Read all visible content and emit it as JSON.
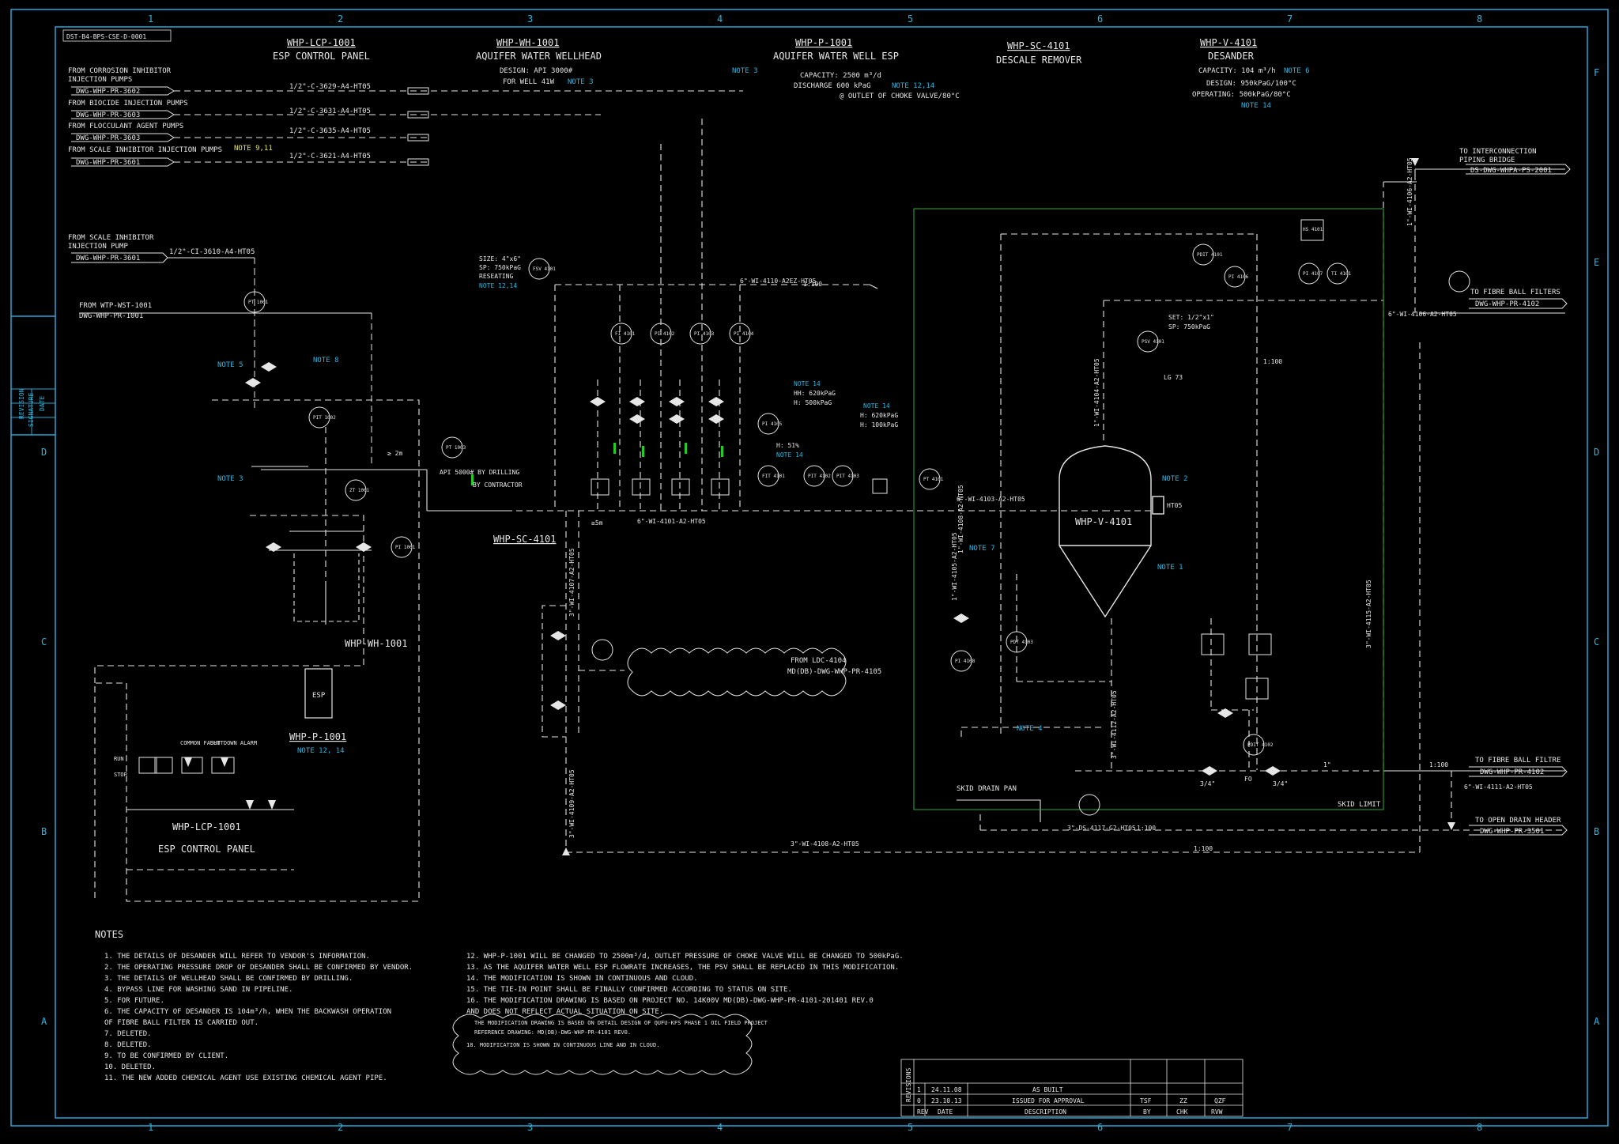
{
  "drawing": {
    "doc_no": "DST-B4-BPS-CSE-D-0001",
    "border_cols": [
      "1",
      "2",
      "3",
      "4",
      "5",
      "6",
      "7",
      "8"
    ],
    "border_rows": [
      "F",
      "E",
      "D",
      "C",
      "B",
      "A"
    ]
  },
  "headers": [
    {
      "tag": "WHP-LCP-1001",
      "title": "ESP CONTROL PANEL"
    },
    {
      "tag": "WHP-WH-1001",
      "title": "AQUIFER WATER WELLHEAD",
      "line1": "DESIGN:  API 3000#",
      "line2": "FOR WELL 41W",
      "note": "NOTE 3"
    },
    {
      "tag": "WHP-P-1001",
      "title": "AQUIFER WATER WELL ESP",
      "line1": "CAPACITY: 2500 m³/d",
      "line2": "DISCHARGE 600 kPaG",
      "line3": "@ OUTLET OF CHOKE VALVE/80°C",
      "note_a": "NOTE 3",
      "note_b": "NOTE 12,14"
    },
    {
      "tag": "WHP-SC-4101",
      "title": "DESCALE REMOVER"
    },
    {
      "tag": "WHP-V-4101",
      "title": "DESANDER",
      "line1": "CAPACITY: 104 m³/h",
      "line2": "DESIGN: 950kPaG/100°C",
      "line3": "OPERATING: 500kPaG/80°C",
      "note_a": "NOTE 6",
      "note_b": "NOTE 14"
    }
  ],
  "inlets": [
    {
      "label1": "FROM CORROSION INHIBITOR",
      "label2": "INJECTION PUMPS",
      "ref": "DWG-WHP-PR-3602",
      "line": "1/2\"-C-3629-A4-HT05"
    },
    {
      "label1": "FROM BIOCIDE INJECTION PUMPS",
      "label2": "",
      "ref": "DWG-WHP-PR-3603",
      "line": "1/2\"-C-3631-A4-HT05"
    },
    {
      "label1": "FROM FLOCCULANT AGENT PUMPS",
      "label2": "",
      "ref": "DWG-WHP-PR-3603",
      "line": "1/2\"-C-3635-A4-HT05"
    },
    {
      "label1": "FROM SCALE INHIBITOR INJECTION PUMPS",
      "label2": "",
      "ref": "DWG-WHP-PR-3601",
      "line": "1/2\"-C-3621-A4-HT05"
    }
  ],
  "note_911": "NOTE 9,11",
  "left_inlets": [
    {
      "label1": "FROM SCALE INHIBITOR",
      "label2": "INJECTION PUMP",
      "ref": "DWG-WHP-PR-3601",
      "line": "1/2\"-CI-3610-A4-HT05"
    },
    {
      "label1": "FROM WTP-WST-1001",
      "label2": "",
      "ref": "DWG-WHP-PR-1001",
      "line": ""
    }
  ],
  "outlets": [
    {
      "label1": "TO INTERCONNECTION",
      "label2": "PIPING BRIDGE",
      "ref": "DS-DWG-WHPA-PS-2001"
    },
    {
      "label1": "TO FIBRE BALL FILTERS",
      "label2": "",
      "ref": "DWG-WHP-PR-4102"
    },
    {
      "label1": "TO FIBRE BALL FILTRE",
      "label2": "",
      "ref": "DWG-WHP-PR-4102"
    },
    {
      "label1": "TO OPEN DRAIN HEADER",
      "label2": "",
      "ref": "DWG-WHP-PR-3501"
    }
  ],
  "lines": {
    "main": "6\"-WI-4101-A2-HT05",
    "main2": "6\"-WI-4103-A2-HT05",
    "top": "6\"-WI-4110-A2EZ-HT05",
    "out1": "6\"-WI-4106-A2-HT05",
    "out2": "6\"-WI-4111-A2-HT05",
    "drain": "3\"-WI-4108-A2-HT05",
    "bypass": "3\"-WI-4107-A2-HT05",
    "drain2": "3\"-DS-4117-G2-HT05",
    "vert1": "3\"-WI-4109-A2-HT05",
    "vert2": "1\"-WI-4105-A2-HT05",
    "vert3": "1\"-WI-4104-A2-HT05",
    "vert4": "3\"-WI-4112-A2-HT05",
    "vert5": "3\"-WI-4115-A2-HT05",
    "vert6": "1\"-WI-4106-A2-HT05",
    "vert7": "1\"-WI-4108-A2-HT05"
  },
  "equipment": {
    "desander": "WHP-V-4101",
    "wellhead": "WHP-WH-1001",
    "esp": "ESP",
    "esp_tag": "WHP-P-1001",
    "esp_note": "NOTE 12, 14",
    "descaler": "WHP-SC-4101",
    "lcp_tag": "WHP-LCP-1001",
    "lcp_title": "ESP CONTROL PANEL",
    "skid_pan": "SKID DRAIN PAN",
    "skid_limit": "SKID LIMIT"
  },
  "panel_labels": [
    "RUN",
    "STOP",
    "COMMON FAULT",
    "SHUTDOWN ALARM"
  ],
  "labels": {
    "dim_2m": "≥ 2m",
    "dim_5m": "≥5m",
    "by_drilling1": "API 5000# BY DRILLING",
    "by_drilling2": "BY CONTRACTOR",
    "from_ldc1": "FROM LDC-4104",
    "from_ldc2": "MD(DB)-DWG-WHP-PR-4105",
    "slope": "1:100",
    "size34": "3/4\"",
    "size1": "1\"",
    "fo": "FO",
    "lg": "LG 73",
    "psv_set": "SET: 1/2\"x1\"",
    "psv_sp": "SP: 750kPaG",
    "pos_set1": "SIZE: 4\"x6\"",
    "pos_set2": "SP: 750kPaG",
    "pos_set3": "RESEATING",
    "pos_note": "NOTE 12,14",
    "note14_a": "NOTE 14",
    "note14_b": "NOTE 14",
    "note14_c": "NOTE 14",
    "hh": "HH: 620kPaG",
    "h_lo": "H: 500kPaG",
    "h_ss": "H: 51%",
    "kpa1": "H: 620kPaG",
    "kpa2": "H: 100kPaG"
  },
  "side_notes": {
    "n1": "NOTE 1",
    "n2": "NOTE 2",
    "n3": "NOTE 3",
    "n4": "NOTE 4",
    "n5": "NOTE 5",
    "n7": "NOTE 7",
    "n8": "NOTE 8",
    "ht05": "HT05"
  },
  "instruments": [
    "FI 4101",
    "PI 4102",
    "PI 4103",
    "PI 4104",
    "PI 4105",
    "FIT 4101",
    "PIT 4102",
    "PIT 4103",
    "PT 4101",
    "PDIT 4101",
    "PI 4106",
    "PI 4107",
    "TI 4101",
    "PT 1001",
    "PSV 4101",
    "PDIT 4102",
    "PI 1001",
    "PIT 1002",
    "ZT 1001",
    "PT 1003",
    "FSV 4101",
    "HS 4101",
    "PI 4108",
    "PDT 4103"
  ],
  "notes_title": "NOTES",
  "notes_left": [
    "1.  THE DETAILS OF DESANDER WILL REFER TO VENDOR'S INFORMATION.",
    "2.  THE OPERATING PRESSURE DROP OF DESANDER SHALL BE CONFIRMED BY VENDOR.",
    "3.  THE DETAILS OF WELLHEAD SHALL BE CONFIRMED BY DRILLING.",
    "4.  BYPASS LINE FOR WASHING SAND IN PIPELINE.",
    "5.  FOR FUTURE.",
    "6.  THE CAPACITY OF DESANDER IS 104m³/h, WHEN THE BACKWASH OPERATION",
    "    OF FIBRE BALL FILTER IS CARRIED OUT.",
    "7.  DELETED.",
    "8.  DELETED.",
    "9.  TO BE CONFIRMED BY CLIENT.",
    "10. DELETED.",
    "11. THE NEW ADDED CHEMICAL AGENT USE EXISTING CHEMICAL AGENT PIPE."
  ],
  "notes_right": [
    "12. WHP-P-1001 WILL BE CHANGED TO 2500m³/d, OUTLET PRESSURE OF CHOKE VALVE WILL BE CHANGED TO 500kPaG.",
    "13. AS THE AQUIFER WATER WELL ESP FLOWRATE INCREASES, THE PSV SHALL BE REPLACED IN THIS MODIFICATION.",
    "14. THE MODIFICATION IS SHOWN IN CONTINUOUS AND CLOUD.",
    "15. THE TIE-IN POINT SHALL BE FINALLY CONFIRMED ACCORDING TO STATUS ON SITE.",
    "16. THE MODIFICATION DRAWING IS BASED ON PROJECT NO. 14K00V MD(DB)-DWG-WHP-PR-4101-201401 REV.0",
    "    AND DOES NOT REFLECT ACTUAL SITUATION ON SITE."
  ],
  "cloud_notes": [
    "THE MODIFICATION DRAWING IS BASED ON DETAIL DESIGN OF QUFU-KFS PHASE 1 OIL FIELD PROJECT",
    "REFERENCE DRAWING: MD(DB)-DWG-WHP-PR-4101 REV0.",
    "18. MODIFICATION IS SHOWN IN CONTINUOUS LINE AND IN CLOUD."
  ],
  "title_block": {
    "side": "REVISIONS",
    "rows": [
      {
        "rev": "1",
        "date": "24.11.08",
        "desc": "AS BUILT",
        "by": "",
        "chk": "",
        "rvw": ""
      },
      {
        "rev": "0",
        "date": "23.10.13",
        "desc": "ISSUED FOR APPROVAL",
        "by": "TSF",
        "chk": "ZZ",
        "rvw": "QZF"
      }
    ],
    "head": {
      "rev": "REV",
      "date": "DATE",
      "desc": "DESCRIPTION",
      "by": "BY",
      "chk": "CHK",
      "rvw": "RVW"
    }
  },
  "left_strip": [
    "REVISION",
    "SIGNATURE",
    "DATE"
  ]
}
